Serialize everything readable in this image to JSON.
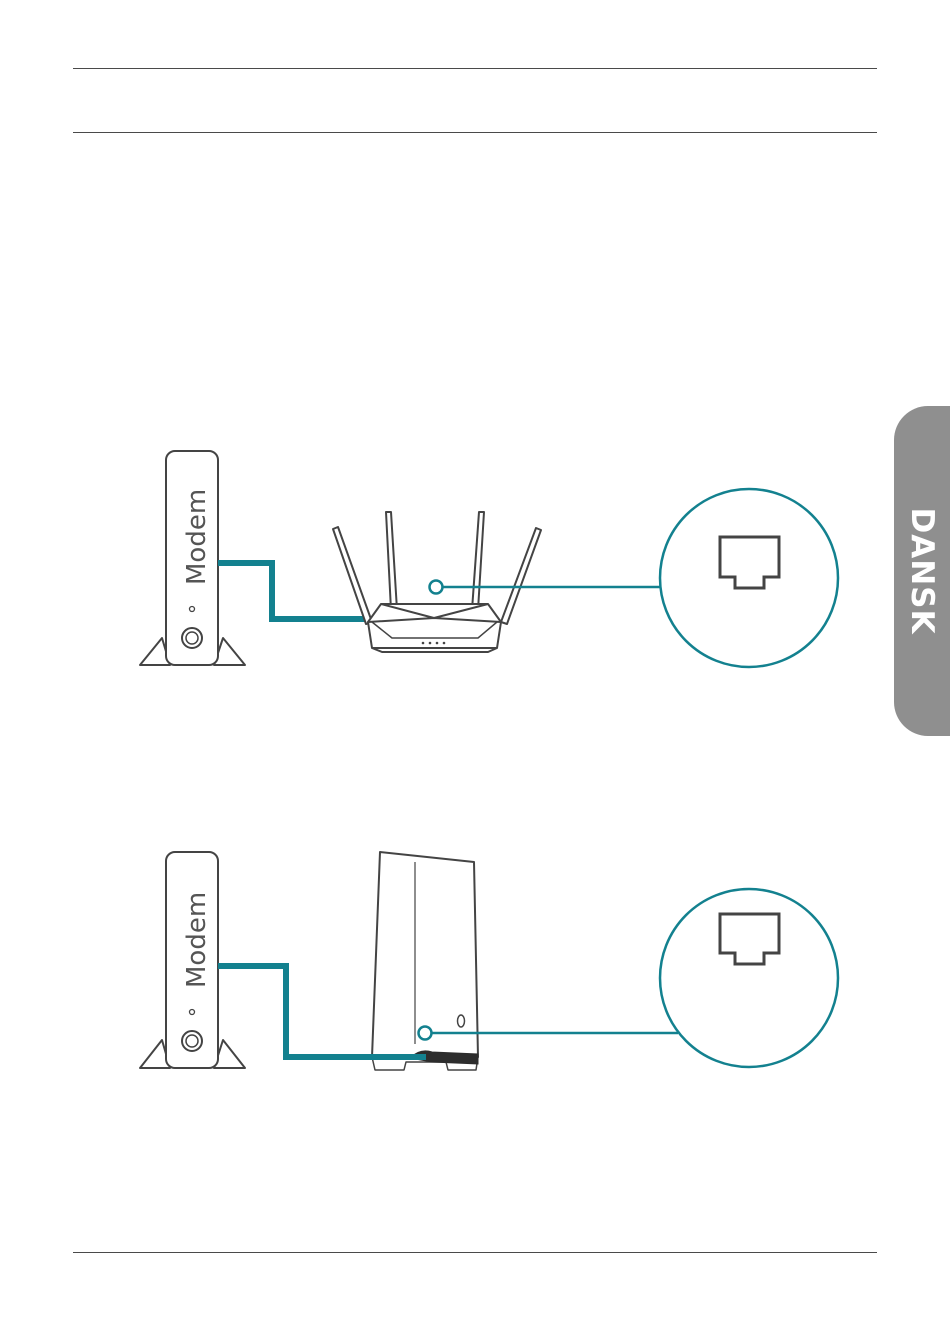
{
  "language_tab": {
    "label": "DANSK",
    "color": "#8f8f8f"
  },
  "diagram_top": {
    "modem_label": "Modem",
    "device": "router with four antennas",
    "cable_color": "#0b8497",
    "port_callout": "ethernet-port"
  },
  "diagram_bottom": {
    "modem_label": "Modem",
    "device": "tower mesh router",
    "cable_color": "#0b8497",
    "port_callout": "ethernet-port"
  },
  "colors": {
    "accent_teal": "#13818f",
    "outline": "#444444"
  }
}
